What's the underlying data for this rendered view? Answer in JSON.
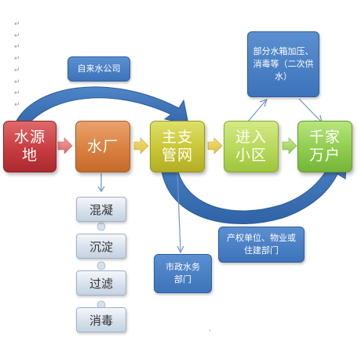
{
  "return_marks": [
    "↵",
    "↵",
    "↵",
    "↵",
    "↵",
    "↵",
    "↵",
    "↵"
  ],
  "nodes": {
    "water_source": "水源\n地",
    "water_plant": "水厂",
    "main_pipe": "主支\n管网",
    "enter_community": "进入\n小区",
    "households": "千家\n万户"
  },
  "process_steps": [
    "混凝",
    "沉淀",
    "过滤",
    "消毒"
  ],
  "callouts": {
    "water_company": "自来水公司",
    "secondary_supply": "部分水箱加压、\n消毒等（二次供\n水）",
    "property_units": "产权单位、物业或\n住建部门",
    "municipal": "市政水务\n部门"
  },
  "bottom_tick": "'"
}
